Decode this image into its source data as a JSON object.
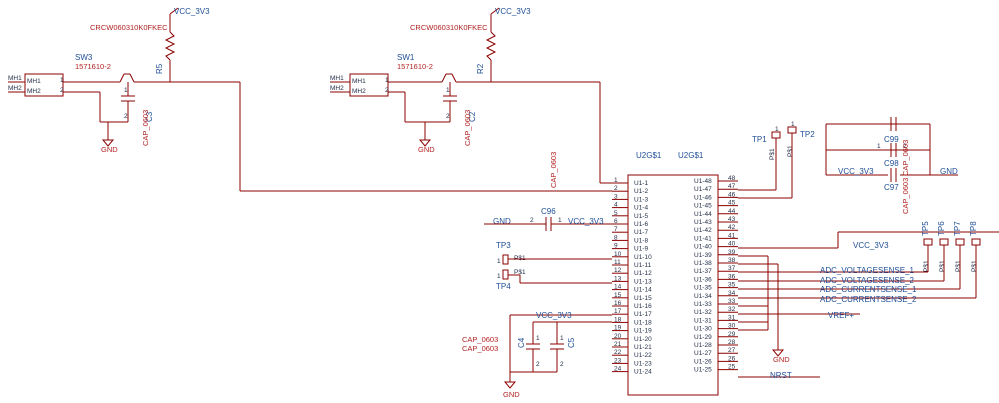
{
  "resistors": [
    {
      "ref": "R5",
      "value": "CRCW060310K0FKEC",
      "power": "VCC_3V3"
    },
    {
      "ref": "R2",
      "value": "CRCW060310K0FKEC",
      "power": "VCC_3V3"
    }
  ],
  "switches": [
    {
      "ref": "SW3",
      "value": "1571610-2",
      "mh1": "MH1",
      "mh2": "MH2",
      "pin1": "1",
      "pin2": "2"
    },
    {
      "ref": "SW1",
      "value": "1571610-2",
      "mh1": "MH1",
      "mh2": "MH2",
      "pin1": "1",
      "pin2": "2"
    }
  ],
  "caps_small": [
    {
      "ref": "C3",
      "value": "CAP_0603",
      "p1": "1",
      "p2": "2"
    },
    {
      "ref": "C2",
      "value": "CAP_0603",
      "p1": "1",
      "p2": "2"
    }
  ],
  "gnd_label": "GND",
  "mcu": {
    "ref": "U2G$1",
    "ref2": "U2G$1",
    "left_pins": [
      {
        "num": "1",
        "name": "U1-1"
      },
      {
        "num": "2",
        "name": "U1-2"
      },
      {
        "num": "3",
        "name": "U1-3"
      },
      {
        "num": "4",
        "name": "U1-4"
      },
      {
        "num": "5",
        "name": "U1-5"
      },
      {
        "num": "6",
        "name": "U1-6"
      },
      {
        "num": "7",
        "name": "U1-7"
      },
      {
        "num": "8",
        "name": "U1-8"
      },
      {
        "num": "9",
        "name": "U1-9"
      },
      {
        "num": "10",
        "name": "U1-10"
      },
      {
        "num": "11",
        "name": "U1-11"
      },
      {
        "num": "12",
        "name": "U1-12"
      },
      {
        "num": "13",
        "name": "U1-13"
      },
      {
        "num": "14",
        "name": "U1-14"
      },
      {
        "num": "15",
        "name": "U1-15"
      },
      {
        "num": "16",
        "name": "U1-16"
      },
      {
        "num": "17",
        "name": "U1-17"
      },
      {
        "num": "18",
        "name": "U1-18"
      },
      {
        "num": "19",
        "name": "U1-19"
      },
      {
        "num": "20",
        "name": "U1-20"
      },
      {
        "num": "21",
        "name": "U1-21"
      },
      {
        "num": "22",
        "name": "U1-22"
      },
      {
        "num": "23",
        "name": "U1-23"
      },
      {
        "num": "24",
        "name": "U1-24"
      }
    ],
    "right_pins": [
      {
        "num": "48",
        "name": "U1-48"
      },
      {
        "num": "47",
        "name": "U1-47"
      },
      {
        "num": "46",
        "name": "U1-46"
      },
      {
        "num": "45",
        "name": "U1-45"
      },
      {
        "num": "44",
        "name": "U1-44"
      },
      {
        "num": "43",
        "name": "U1-43"
      },
      {
        "num": "42",
        "name": "U1-42"
      },
      {
        "num": "41",
        "name": "U1-41"
      },
      {
        "num": "40",
        "name": "U1-40"
      },
      {
        "num": "39",
        "name": "U1-39"
      },
      {
        "num": "38",
        "name": "U1-38"
      },
      {
        "num": "37",
        "name": "U1-37"
      },
      {
        "num": "36",
        "name": "U1-36"
      },
      {
        "num": "35",
        "name": "U1-35"
      },
      {
        "num": "34",
        "name": "U1-34"
      },
      {
        "num": "33",
        "name": "U1-33"
      },
      {
        "num": "32",
        "name": "U1-32"
      },
      {
        "num": "31",
        "name": "U1-31"
      },
      {
        "num": "30",
        "name": "U1-30"
      },
      {
        "num": "29",
        "name": "U1-29"
      },
      {
        "num": "28",
        "name": "U1-28"
      },
      {
        "num": "27",
        "name": "U1-27"
      },
      {
        "num": "26",
        "name": "U1-26"
      },
      {
        "num": "25",
        "name": "U1-25"
      }
    ]
  },
  "c6_label": "CAP_0603",
  "c96": {
    "ref": "C96",
    "gnd": "GND",
    "vcc": "VCC_3V3",
    "p1": "1",
    "p2": "2"
  },
  "test_points": [
    {
      "ref": "TP1",
      "pad": "P$1",
      "pin": "1"
    },
    {
      "ref": "TP2",
      "pad": "P$1",
      "pin": "1"
    },
    {
      "ref": "TP3",
      "pad": "P$1",
      "pin": "1"
    },
    {
      "ref": "TP4",
      "pad": "P$1",
      "pin": "1"
    },
    {
      "ref": "TP5",
      "pad": "P$1",
      "pin": "1"
    },
    {
      "ref": "TP6",
      "pad": "P$1",
      "pin": "1"
    },
    {
      "ref": "TP7",
      "pad": "P$1",
      "pin": "1"
    },
    {
      "ref": "TP8",
      "pad": "P$1",
      "pin": "1"
    }
  ],
  "adc_nets": [
    "ADC_VOLTAGESENSE_1",
    "ADC_VOLTAGESENSE_2",
    "ADC_CURRENTSENSE_1",
    "ADC_CURRENTSENSE_2"
  ],
  "vref": "VREF+",
  "nrst": "NRST",
  "vcc_right": "VCC_3V3",
  "bottom_caps": {
    "vcc": "VCC_3V3",
    "c4": "C4",
    "c5": "C5",
    "val1": "CAP_0603",
    "val2": "CAP_0603",
    "p1": "1",
    "p2": "2"
  },
  "top_right_caps": {
    "c99": "C99",
    "c98": "C98",
    "c97": "C97",
    "vcc": "VCC_3V3",
    "gnd": "GND",
    "val_a": "CAP_0603",
    "val_b": "CAP_0603",
    "p1": "1",
    "p2": "2"
  }
}
